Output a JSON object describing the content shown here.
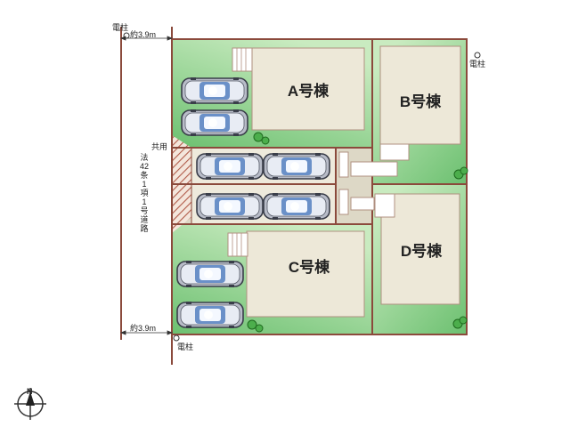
{
  "lots": [
    {
      "id": "A",
      "label": "A号棟"
    },
    {
      "id": "B",
      "label": "B号棟"
    },
    {
      "id": "C",
      "label": "C号棟"
    },
    {
      "id": "D",
      "label": "D号棟"
    }
  ],
  "annotations": {
    "pole_top_left": "電柱",
    "pole_right": "電柱",
    "pole_bottom": "電柱",
    "road_width_top": "約3.9m",
    "road_width_bottom": "約3.9m",
    "shared_area": "共用",
    "road_law": [
      "法",
      "42",
      "条",
      "1",
      "項",
      "1",
      "号",
      "道",
      "路"
    ]
  },
  "compass": {
    "label": "N"
  },
  "colors": {
    "lot_green": "#a8d8a0",
    "building_fill": "#ede8d8",
    "lot_border": "#8b4a3c",
    "parking_fill": "#e4e0d0",
    "tree": "#3a9a3a"
  },
  "cars": 8
}
